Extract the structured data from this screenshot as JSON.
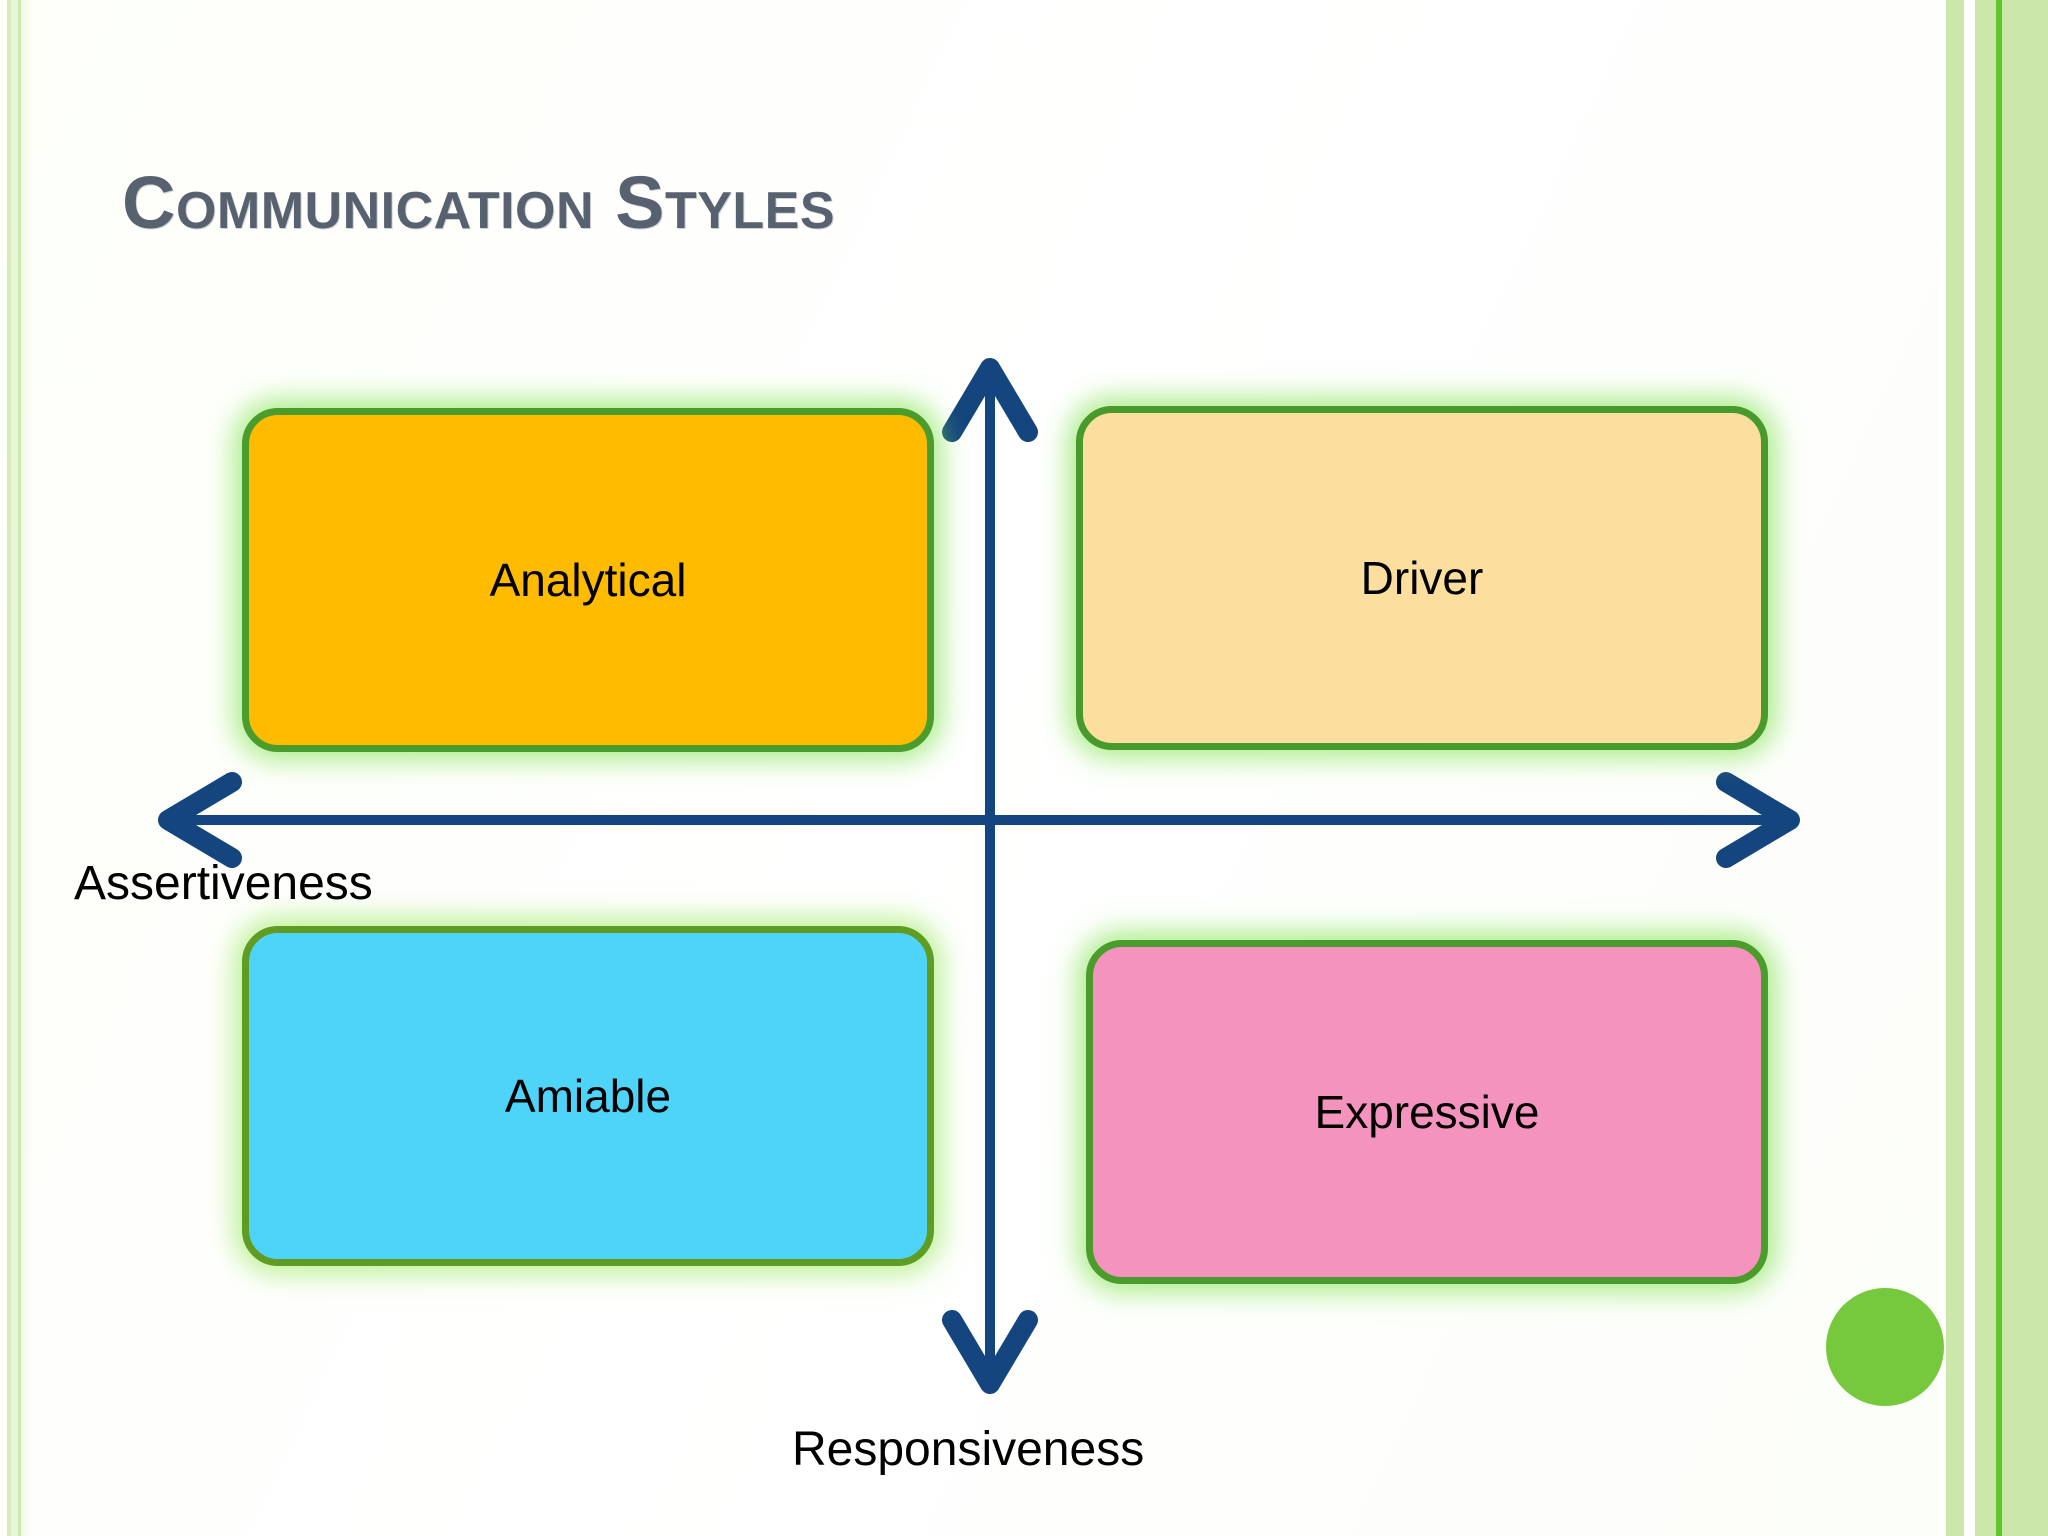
{
  "slide": {
    "title": "Communication Styles",
    "background_color": "#FDFFF8"
  },
  "diagram": {
    "type": "2x2-quadrant-matrix",
    "axes": {
      "horizontal": {
        "label": "Assertiveness",
        "color": "#14457E",
        "arrow_heads": "both",
        "icon": "double-headed-horizontal-arrow-icon"
      },
      "vertical": {
        "label": "Responsiveness",
        "color": "#14457E",
        "arrow_heads": "both",
        "icon": "double-headed-vertical-arrow-icon"
      }
    },
    "quadrants": [
      {
        "key": "analytical",
        "label": "Analytical",
        "position": "top-left",
        "fill": "#FFBB00",
        "border": "#4A9C2D",
        "glow": "#7EE24A"
      },
      {
        "key": "driver",
        "label": "Driver",
        "position": "top-right",
        "fill": "#FCDF9E",
        "border": "#479A2B",
        "glow": "#7EE24A"
      },
      {
        "key": "amiable",
        "label": "Amiable",
        "position": "bottom-left",
        "fill": "#4ED4F9",
        "border": "#5F9C22",
        "glow": "#96E85A"
      },
      {
        "key": "expressive",
        "label": "Expressive",
        "position": "bottom-right",
        "fill": "#F493BE",
        "border": "#4A9C2D",
        "glow": "#7EE24A"
      }
    ]
  },
  "decor": {
    "left_stripe_color": "#CFE9B0",
    "right_stripe_color": "#CBE8AA",
    "right_accent_line_color": "#62C62B",
    "dot_color": "#76C83C"
  }
}
